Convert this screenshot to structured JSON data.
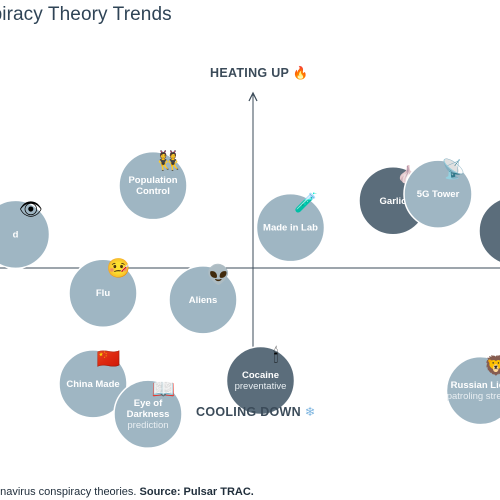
{
  "page": {
    "title": "spiracy Theory Trends",
    "axis_top": "HEATING UP",
    "axis_bottom": "COOLING DOWN",
    "source_prefix": "onavirus conspiracy theories.",
    "source_label": "Source: Pulsar TRAC.",
    "top_icon": "fire-icon",
    "bottom_icon": "snowflake-icon"
  },
  "colors": {
    "bubble_light": "#9fb6c3",
    "bubble_dark": "#5b6d7b",
    "axis": "#3b4b59",
    "title": "#2f4456"
  },
  "chart_data": {
    "type": "scatter",
    "title": "spiracy Theory Trends",
    "ylabel_top": "HEATING UP",
    "ylabel_bottom": "COOLING DOWN",
    "grid": false,
    "points": [
      {
        "label": "d",
        "sub": "",
        "x": -0.95,
        "y": 0.2,
        "tone": "light",
        "icon": "eye-icon",
        "icon_char": "👁"
      },
      {
        "label": "Population Control",
        "sub": "",
        "x": -0.4,
        "y": 0.49,
        "tone": "light",
        "icon": "people-icon",
        "icon_char": "👯"
      },
      {
        "label": "Flu",
        "sub": "",
        "x": -0.6,
        "y": -0.15,
        "tone": "light",
        "icon": "sick-face-icon",
        "icon_char": "🤒"
      },
      {
        "label": "Aliens",
        "sub": "",
        "x": -0.2,
        "y": -0.19,
        "tone": "light",
        "icon": "alien-icon",
        "icon_char": "👽"
      },
      {
        "label": "China Made",
        "sub": "",
        "x": -0.64,
        "y": -0.69,
        "tone": "light",
        "icon": "china-flag-icon",
        "icon_char": "🇨🇳"
      },
      {
        "label": "Eye of Darkness",
        "sub": "prediction",
        "x": -0.42,
        "y": -0.87,
        "tone": "light",
        "icon": "book-icon",
        "icon_char": "📖"
      },
      {
        "label": "Made in Lab",
        "sub": "",
        "x": 0.15,
        "y": 0.24,
        "tone": "light",
        "icon": "test-tube-icon",
        "icon_char": "🧪"
      },
      {
        "label": "Cocaine",
        "sub": "preventative",
        "x": 0.03,
        "y": -0.67,
        "tone": "dark",
        "icon": "candle-icon",
        "icon_char": "🕯"
      },
      {
        "label": "Garlic",
        "sub": "",
        "x": 0.56,
        "y": 0.4,
        "tone": "dark",
        "icon": "garlic-icon",
        "icon_char": "🧄"
      },
      {
        "label": "5G Tower",
        "sub": "",
        "x": 0.74,
        "y": 0.44,
        "tone": "light",
        "icon": "satellite-dish-icon",
        "icon_char": "📡"
      },
      {
        "label": "",
        "sub": "",
        "x": 1.04,
        "y": 0.22,
        "tone": "dark",
        "icon": "",
        "icon_char": ""
      },
      {
        "label": "Russian Lion",
        "sub": "patroling streets",
        "x": 0.91,
        "y": -0.73,
        "tone": "light",
        "icon": "lion-icon",
        "icon_char": "🦁"
      }
    ]
  }
}
